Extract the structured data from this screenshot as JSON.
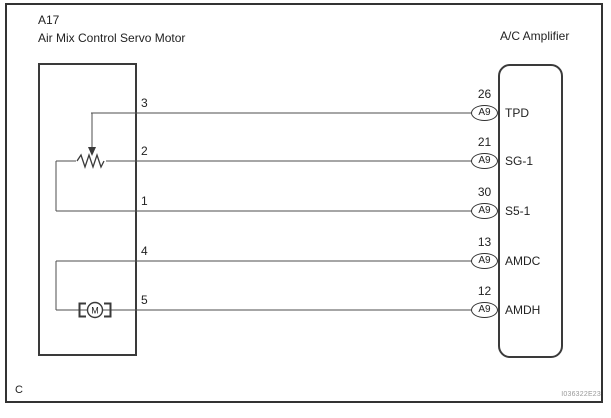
{
  "left_connector": {
    "id": "A17",
    "name": "Air Mix Control Servo Motor"
  },
  "right_connector": {
    "name": "A/C Amplifier"
  },
  "wires": [
    {
      "left_pin": "3",
      "right_pin": "26",
      "connector": "A9",
      "signal": "TPD"
    },
    {
      "left_pin": "2",
      "right_pin": "21",
      "connector": "A9",
      "signal": "SG-1"
    },
    {
      "left_pin": "1",
      "right_pin": "30",
      "connector": "A9",
      "signal": "S5-1"
    },
    {
      "left_pin": "4",
      "right_pin": "13",
      "connector": "A9",
      "signal": "AMDC"
    },
    {
      "left_pin": "5",
      "right_pin": "12",
      "connector": "A9",
      "signal": "AMDH"
    }
  ],
  "symbols": {
    "motor": "M"
  },
  "footer": {
    "page_marker": "C",
    "figure_code": "I036322E23"
  },
  "colors": {
    "wire": "#4d4d4d",
    "border": "#3a3a3a",
    "text": "#222222"
  }
}
